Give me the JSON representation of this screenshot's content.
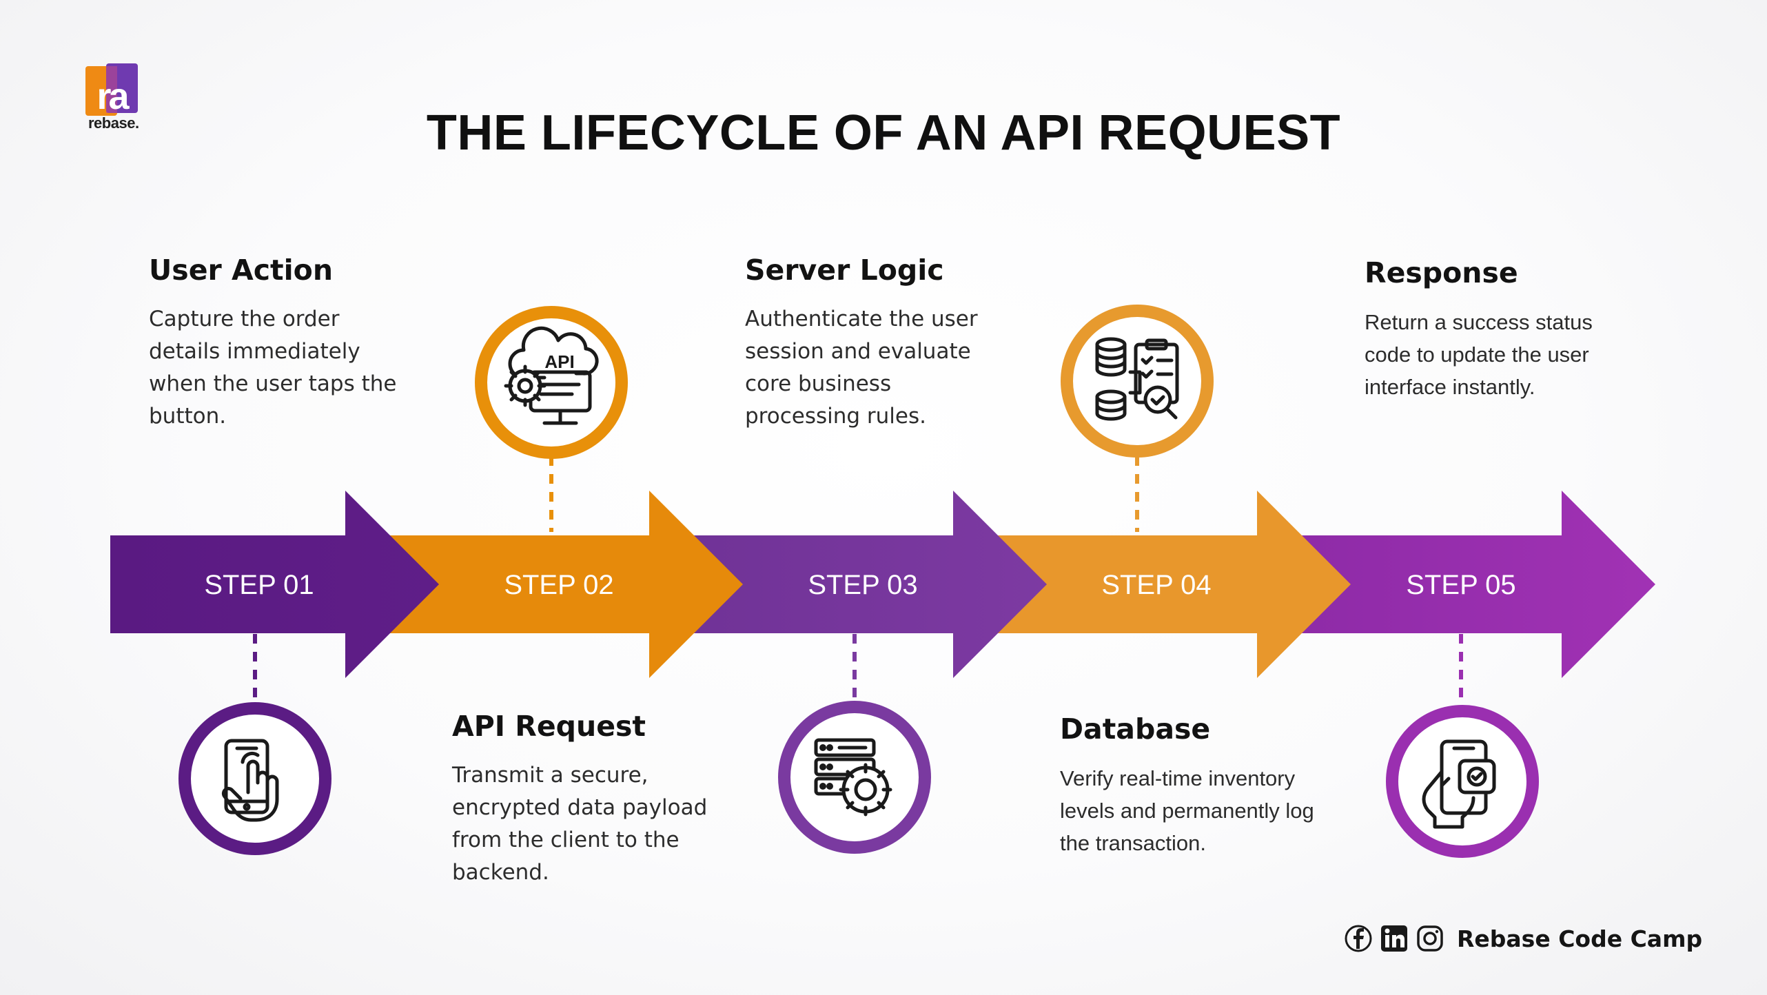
{
  "brand": {
    "logo_text": "ra",
    "logo_label": "rebase."
  },
  "title": "THE LIFECYCLE OF AN API REQUEST",
  "colors": {
    "purple": "#5b1c84",
    "orange": "#e8900a",
    "violet": "#7a3aa0",
    "amber": "#e79a2e",
    "magenta": "#9a2fb0"
  },
  "steps": [
    {
      "label": "STEP 01",
      "heading": "User Action",
      "description": "Capture the order details immediately when the user taps the button.",
      "icon": "phone-tap-icon"
    },
    {
      "label": "STEP 02",
      "heading": "API Request",
      "description": "Transmit a secure, encrypted data payload from the client to the backend.",
      "icon": "api-cloud-gear-icon",
      "icon_text": "API"
    },
    {
      "label": "STEP 03",
      "heading": "Server Logic",
      "description": "Authenticate the user session and evaluate core business processing rules.",
      "icon": "server-gear-icon"
    },
    {
      "label": "STEP 04",
      "heading": "Database",
      "description": "Verify real-time inventory levels and permanently log the transaction.",
      "icon": "database-checklist-icon"
    },
    {
      "label": "STEP 05",
      "heading": "Response",
      "description": "Return a success status code to update the user interface instantly.",
      "icon": "phone-check-icon"
    }
  ],
  "footer": {
    "brand": "Rebase Code Camp",
    "social_icons": [
      "facebook-icon",
      "linkedin-icon",
      "instagram-icon"
    ]
  }
}
